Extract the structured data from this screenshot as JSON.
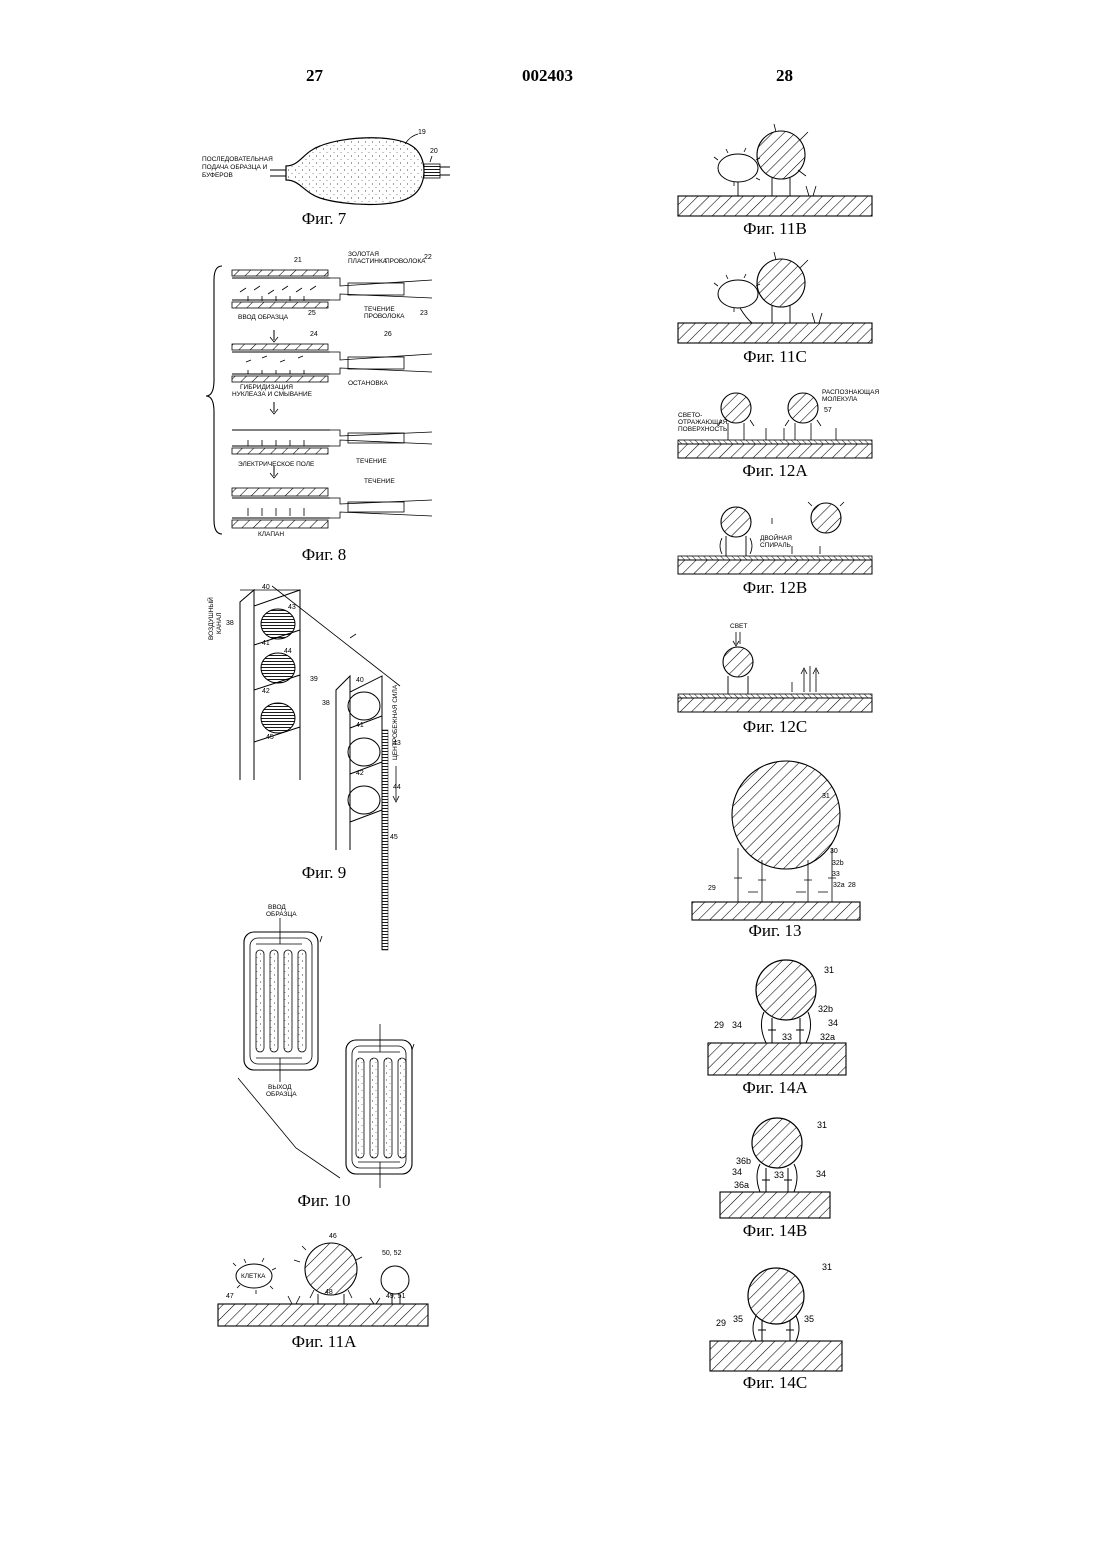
{
  "header": {
    "page_left": "27",
    "patent_number": "002403",
    "page_right": "28"
  },
  "captions": {
    "fig7": "Фиг. 7",
    "fig8": "Фиг. 8",
    "fig9": "Фиг. 9",
    "fig10": "Фиг. 10",
    "fig11a": "Фиг. 11А",
    "fig11b": "Фиг. 11В",
    "fig11c": "Фиг. 11С",
    "fig12a": "Фиг. 12А",
    "fig12b": "Фиг. 12В",
    "fig12c": "Фиг. 12С",
    "fig13": "Фиг. 13",
    "fig14a": "Фиг. 14А",
    "fig14b": "Фиг. 14В",
    "fig14c": "Фиг. 14С"
  },
  "fig7": {
    "label_line1": "ПОСЛЕДОВАТЕЛЬНАЯ",
    "label_line2": "ПОДАЧА ОБРАЗЦА И",
    "label_line3": "БУФЕРОВ",
    "n19": "19",
    "n20": "20"
  },
  "fig8": {
    "gold_line1": "ЗОЛОТАЯ",
    "gold_line2": "ПЛАСТИНКА",
    "wire": "ПРОВОЛОКА",
    "sample_input": "ВВОД ОБРАЗЦА",
    "flow": "ТЕЧЕНИЕ",
    "wire2": "ПРОВОЛОКА",
    "hyb_line1": "ГИБРИДИЗАЦИЯ",
    "hyb_line2": "НУКЛЕАЗА И СМЫВАНИЕ",
    "stop": "ОСТАНОВКА",
    "field": "ЭЛЕКТРИЧЕСКОЕ ПОЛЕ",
    "flow2": "ТЕЧЕНИЕ",
    "flow3": "ТЕЧЕНИЕ",
    "valve": "КЛАПАН",
    "n21": "21",
    "n22": "22",
    "n23": "23",
    "n24": "24",
    "n25": "25",
    "n26": "26"
  },
  "fig9": {
    "air_line1": "ВОЗДУШНЫЙ",
    "air_line2": "КАНАЛ",
    "centrifugal": "ЦЕНТРОБЕЖНАЯ СИЛА",
    "n38": "38",
    "n39": "39",
    "n40": "40",
    "n41": "41",
    "n42": "42",
    "n43": "43",
    "n44": "44",
    "n45": "45"
  },
  "fig10": {
    "in_line1": "ВВОД",
    "in_line2": "ОБРАЗЦА",
    "out_line1": "ВЫХОД",
    "out_line2": "ОБРАЗЦА"
  },
  "fig11a": {
    "cell": "КЛЕТКА",
    "n46": "46",
    "n47": "47",
    "n48": "48",
    "n4951": "49, 51",
    "n5052": "50, 52"
  },
  "fig12a": {
    "refl_line1": "СВЕТО-",
    "refl_line2": "ОТРАЖАЮЩАЯ",
    "refl_line3": "ПОВЕРХНОСТЬ",
    "recog_line1": "РАСПОЗНАЮЩАЯ",
    "recog_line2": "МОЛЕКУЛА",
    "n57": "57"
  },
  "fig12b": {
    "helix_line1": "ДВОЙНАЯ",
    "helix_line2": "СПИРАЛЬ"
  },
  "fig12c": {
    "light": "СВЕТ"
  },
  "fig13": {
    "n31": "31",
    "n30": "30",
    "n32b": "32b",
    "n33": "33",
    "n32a": "32a",
    "n28": "28",
    "n29": "29"
  },
  "fig14a": {
    "n31": "31",
    "n32b": "32b",
    "n29": "29",
    "n34a": "34",
    "n34b": "34",
    "n33": "33",
    "n32a": "32a"
  },
  "fig14b": {
    "n31": "31",
    "n36b": "36b",
    "n34a": "34",
    "n34b": "34",
    "n33": "33",
    "n36a": "36a"
  },
  "fig14c": {
    "n31": "31",
    "n29": "29",
    "n35a": "35",
    "n35b": "35"
  }
}
